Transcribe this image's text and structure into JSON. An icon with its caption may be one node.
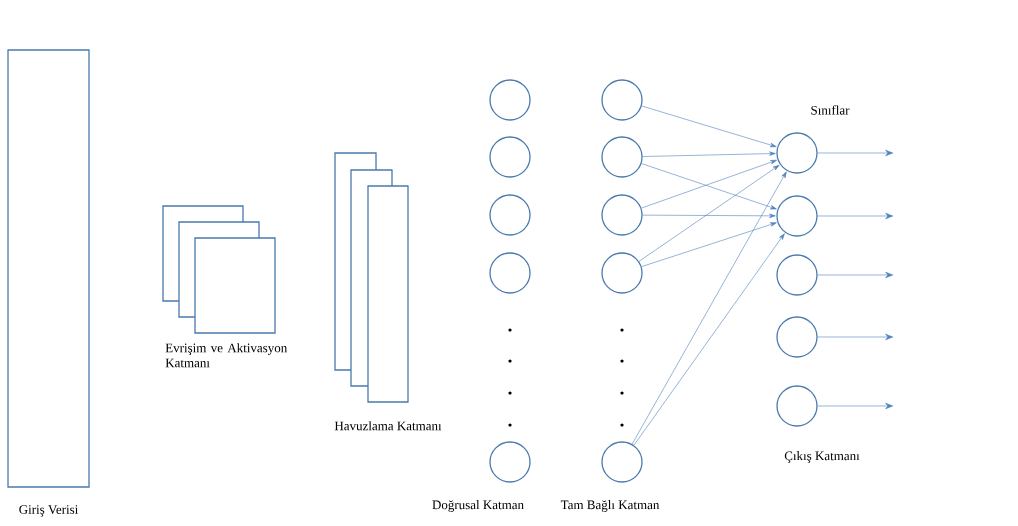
{
  "diagram": {
    "nodes": [
      {
        "text": [
          "Giriş Verisi"
        ]
      },
      {
        "text": [
          "Evrişim ve Aktivasyon Katmanı"
        ]
      },
      {
        "text": [
          "Havuzlama Katmanı"
        ]
      },
      {
        "text": [],
        "shape": "circle"
      },
      {
        "text": [],
        "shape": "circle"
      },
      {
        "text": [],
        "shape": "circle"
      },
      {
        "text": [],
        "shape": "circle"
      },
      {
        "text": [],
        "shape": "circle"
      },
      {
        "text": [],
        "shape": "circle"
      },
      {
        "text": [],
        "shape": "circle"
      },
      {
        "text": [],
        "shape": "circle"
      },
      {
        "text": [],
        "shape": "circle"
      },
      {
        "text": [],
        "shape": "circle"
      },
      {
        "text": [],
        "shape": "circle"
      },
      {
        "text": [],
        "shape": "circle"
      },
      {
        "text": [],
        "shape": "circle"
      },
      {
        "text": [],
        "shape": "circle"
      },
      {
        "text": [],
        "shape": "circle"
      }
    ],
    "edges": [
      {
        "from": 8,
        "to": 13,
        "arrow": "to"
      },
      {
        "from": 9,
        "to": 13,
        "arrow": "to"
      },
      {
        "from": 9,
        "to": 14,
        "arrow": "to"
      },
      {
        "from": 10,
        "to": 13,
        "arrow": "to"
      },
      {
        "from": 10,
        "to": 14,
        "arrow": "to"
      },
      {
        "from": 11,
        "to": 13,
        "arrow": "to"
      },
      {
        "from": 11,
        "to": 14,
        "arrow": "to"
      },
      {
        "from": 12,
        "to": 13,
        "arrow": "to"
      },
      {
        "from": 12,
        "to": 14,
        "arrow": "to"
      },
      {
        "from": 13,
        "to": null,
        "arrow": "to"
      },
      {
        "from": 14,
        "to": null,
        "arrow": "to"
      },
      {
        "from": 15,
        "to": null,
        "arrow": "to"
      },
      {
        "from": 16,
        "to": null,
        "arrow": "to"
      },
      {
        "from": 17,
        "to": null,
        "arrow": "to"
      }
    ],
    "labels": [
      "Doğrusal Katman",
      "Tam Bağlı Katman",
      "Sınıflar",
      "Çıkış Katmanı"
    ]
  }
}
